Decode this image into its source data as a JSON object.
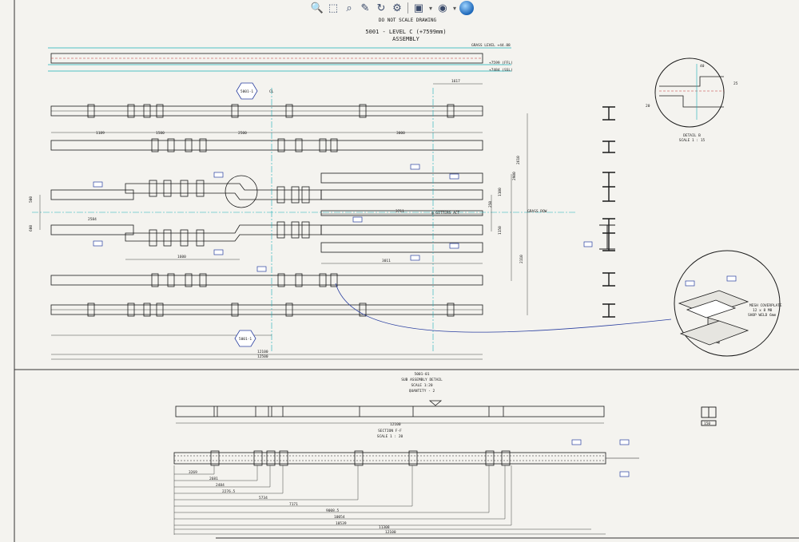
{
  "toolbar": {
    "icons": [
      "zoom-to-fit-icon",
      "zoom-area-icon",
      "zoom-in-out-icon",
      "pan-icon",
      "rotate-icon",
      "view-settings-icon",
      "display-style-icon",
      "appearance-icon"
    ]
  },
  "drawing": {
    "note": "DO NOT SCALE DRAWING",
    "title": "5001 - LEVEL C (+7599mm)",
    "subtitle": "ASSEMBLY",
    "level_top": "GRASS LEVEL +44.88",
    "level_mid1": "+7599 (FFL)",
    "level_mid2": "+7484 (SSL)",
    "dim_1617": "1617",
    "dim_1189": "1189",
    "dim_1500": "1500",
    "dim_2500": "2500",
    "dim_3000": "3000",
    "dim_2584": "2584",
    "dim_1600": "1600",
    "dim_3711": "3711",
    "dim_3011": "3011",
    "dim_12100": "12100",
    "dim_12500": "12500",
    "dim_2610": "2610",
    "dim_2900": "2900",
    "dim_1100": "1100",
    "dim_1150": "1150",
    "dim_2110": "2110",
    "dim_500": "500",
    "dim_250": "250",
    "dim_600": "600",
    "label_centre": "CL",
    "label_gridline_a": "@ GITTERS ACT",
    "label_grid_row": "GRASS ROW",
    "detail_title": "DETAIL B",
    "detail_scale": "SCALE 1 : 15",
    "detail_dims": [
      "40",
      "25",
      "20"
    ],
    "callout_5001": "5001-1",
    "section_title": "5001-01",
    "section_sub1": "SUB ASSEMBLY DETAIL",
    "section_sub2": "SCALE 1:20",
    "section_sub3": "QUANTITY - 2",
    "section2_title": "SECTION F-F",
    "section2_scale": "SCALE 1 : 20",
    "bottom_dims": [
      "3269",
      "2681",
      "2484",
      "2276.5",
      "5734",
      "7171",
      "9008.5",
      "10054",
      "10539",
      "11308",
      "12100"
    ],
    "bottom_overall": "12100",
    "iso_note1": "MESH COVERPLATE",
    "iso_note2": "12 x 8 M8",
    "iso_note3": "SHOP WELD 6mm",
    "small_section": "150"
  },
  "colors": {
    "paper": "#f4f3ef",
    "line": "#1a1a1a",
    "dimension": "#1a1a1a",
    "centreline": "#19b0b8",
    "hidden": "#c03030",
    "leader": "#2a3fa0",
    "accent": "#1c66b8"
  }
}
